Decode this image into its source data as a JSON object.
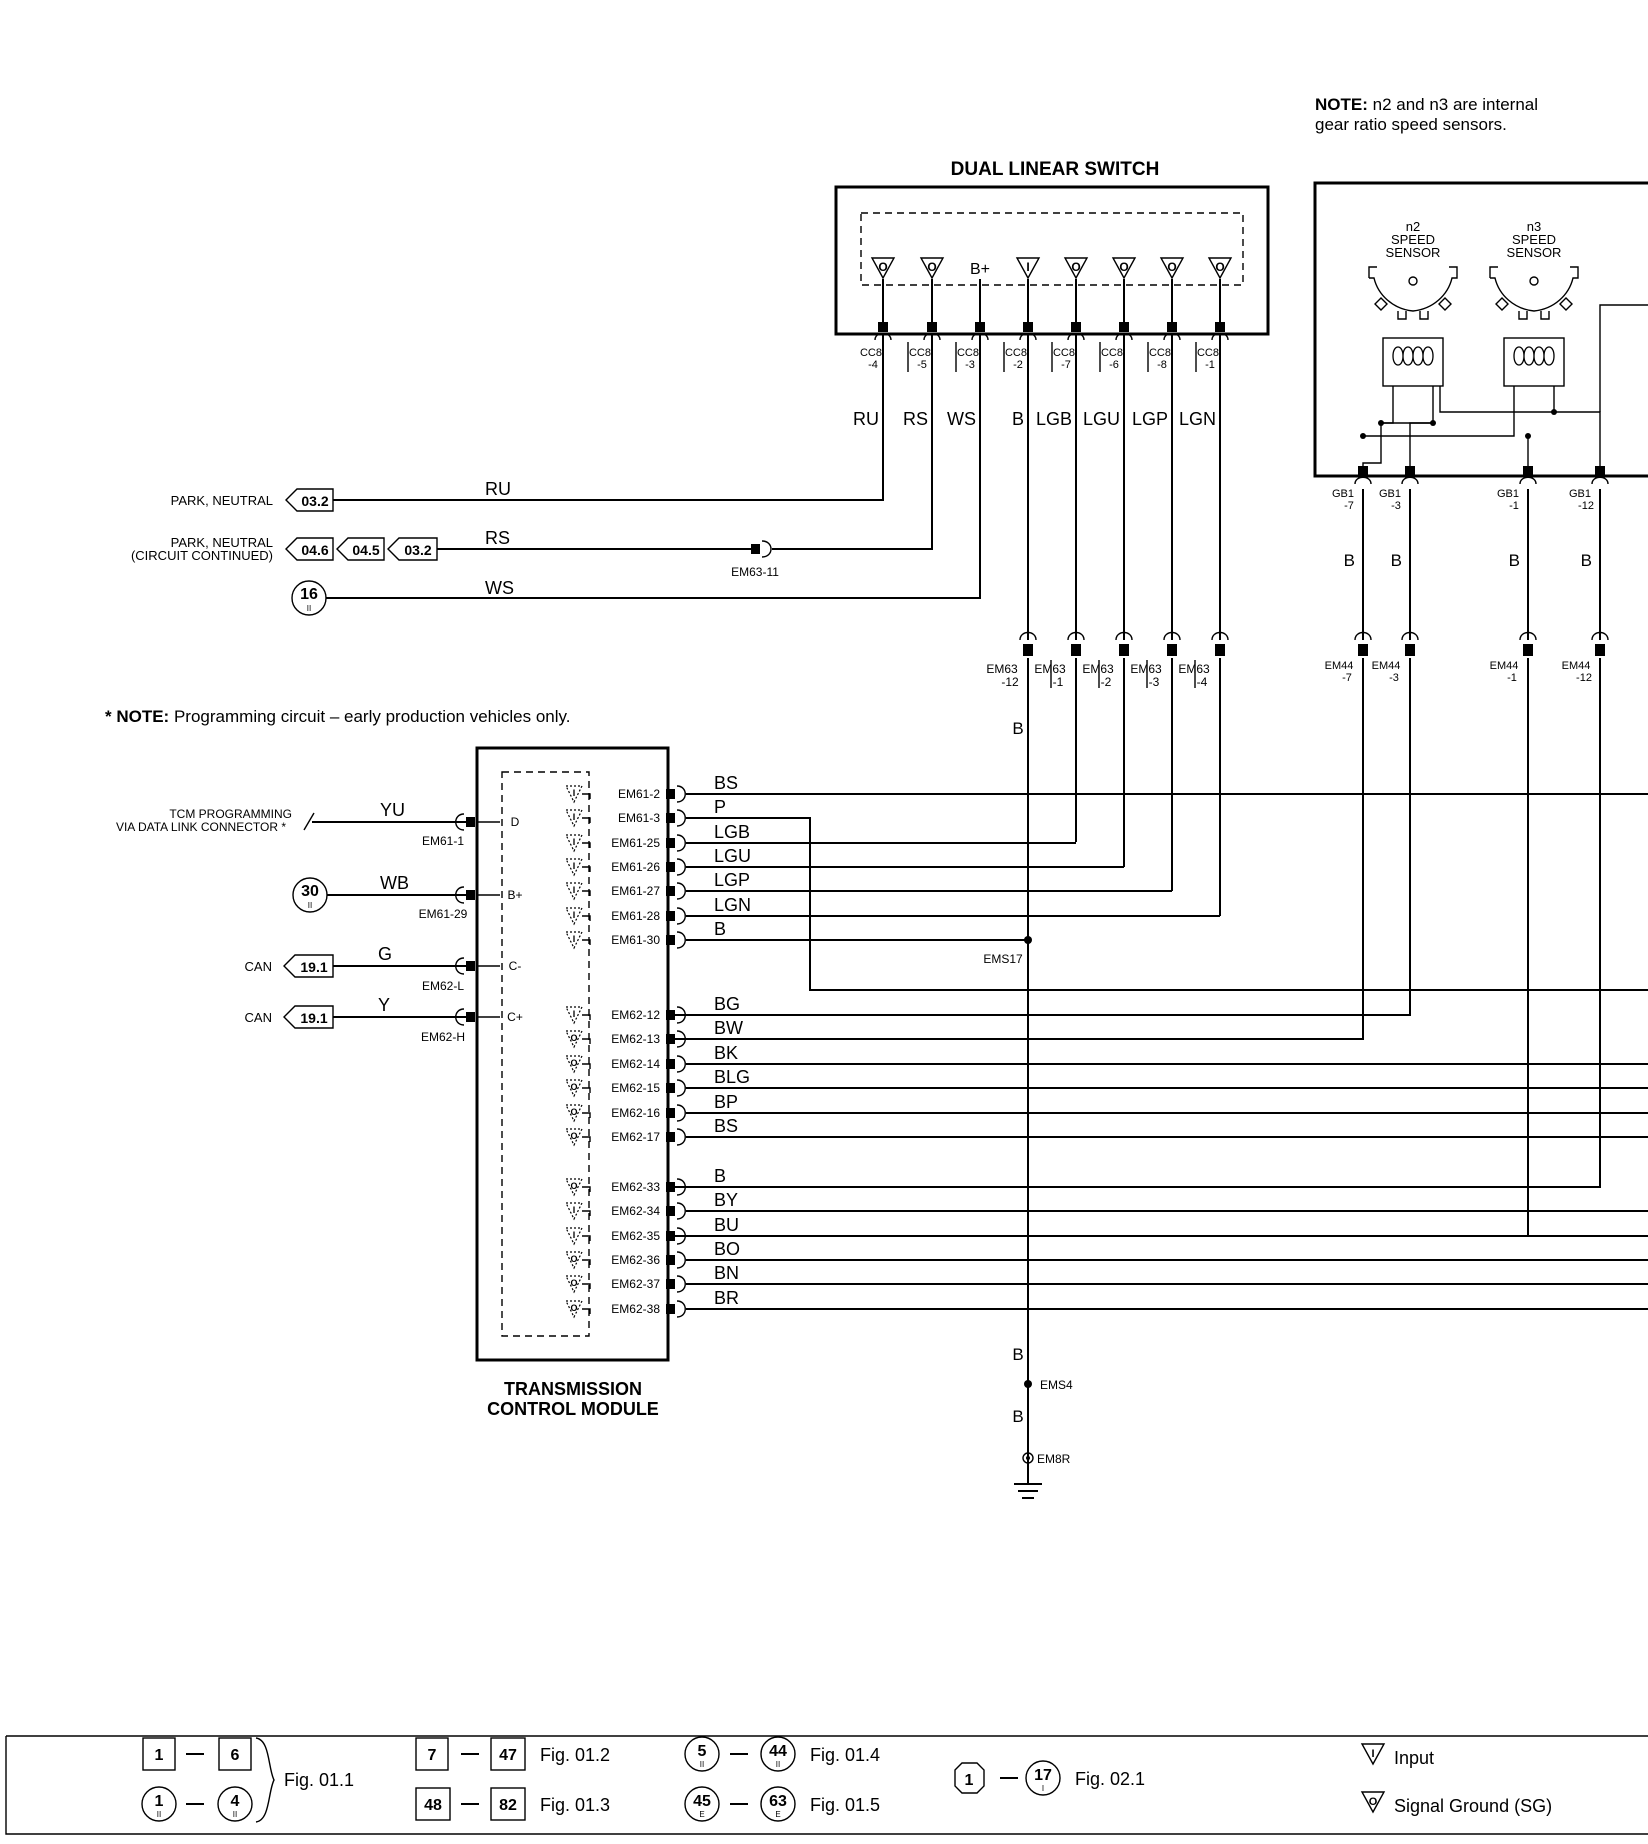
{
  "notes": {
    "gear_sensor_bold": "NOTE:",
    "gear_sensor_line1": "n2 and n3 are internal",
    "gear_sensor_line2": "gear ratio speed sensors.",
    "programming_bold": "* NOTE:",
    "programming_text": "Programming circuit – early production vehicles only."
  },
  "dual_linear_switch": {
    "title": "DUAL LINEAR SWITCH",
    "symbols": [
      "O",
      "O",
      "B+",
      "I",
      "O",
      "O",
      "O",
      "O"
    ],
    "pins": [
      {
        "connector": "CC8",
        "pin": "-4",
        "wire": "RU"
      },
      {
        "connector": "CC8",
        "pin": "-5",
        "wire": "RS"
      },
      {
        "connector": "CC8",
        "pin": "-3",
        "wire": "WS"
      },
      {
        "connector": "CC8",
        "pin": "-2",
        "wire": "B"
      },
      {
        "connector": "CC8",
        "pin": "-7",
        "wire": "LGB"
      },
      {
        "connector": "CC8",
        "pin": "-6",
        "wire": "LGU"
      },
      {
        "connector": "CC8",
        "pin": "-8",
        "wire": "LGP"
      },
      {
        "connector": "CC8",
        "pin": "-1",
        "wire": "LGN"
      }
    ]
  },
  "speed_sensors": [
    {
      "line1": "n2",
      "line2": "SPEED",
      "line3": "SENSOR"
    },
    {
      "line1": "n3",
      "line2": "SPEED",
      "line3": "SENSOR"
    }
  ],
  "gb1_pins": [
    {
      "connector": "GB1",
      "pin": "-7",
      "wire": "B"
    },
    {
      "connector": "GB1",
      "pin": "-3",
      "wire": "B"
    },
    {
      "connector": "GB1",
      "pin": "-1",
      "wire": "B"
    },
    {
      "connector": "GB1",
      "pin": "-12",
      "wire": "B"
    }
  ],
  "em44_pins": [
    {
      "connector": "EM44",
      "pin": "-7"
    },
    {
      "connector": "EM44",
      "pin": "-3"
    },
    {
      "connector": "EM44",
      "pin": "-1"
    },
    {
      "connector": "EM44",
      "pin": "-12"
    }
  ],
  "em63_pins": [
    {
      "connector": "EM63",
      "pin": "-12"
    },
    {
      "connector": "EM63",
      "pin": "-1"
    },
    {
      "connector": "EM63",
      "pin": "-2"
    },
    {
      "connector": "EM63",
      "pin": "-3"
    },
    {
      "connector": "EM63",
      "pin": "-4"
    }
  ],
  "left_circuits": {
    "park_neutral": "PARK, NEUTRAL",
    "park_neutral_ref": "03.2",
    "ru_wire": "RU",
    "park_neutral_cont_1": "PARK, NEUTRAL",
    "park_neutral_cont_2": "(CIRCUIT CONTINUED)",
    "cont_refs": [
      "04.6",
      "04.5",
      "03.2"
    ],
    "rs_wire": "RS",
    "rs_connector": "EM63-11",
    "ws_ref_num": "16",
    "ws_ref_sub": "II",
    "ws_wire": "WS",
    "ws_dls_wire": "B",
    "ems17_wire": "B"
  },
  "tcm": {
    "title_line1": "TRANSMISSION",
    "title_line2": "CONTROL MODULE",
    "inputs": [
      {
        "label1": "TCM PROGRAMMING",
        "label2": "VIA DATA LINK CONNECTOR *",
        "wire": "YU",
        "connector": "EM61-1",
        "symbol": "D"
      },
      {
        "ref_num": "30",
        "ref_sub": "II",
        "wire": "WB",
        "connector": "EM61-29",
        "symbol": "B+"
      },
      {
        "label1": "CAN",
        "ref": "19.1",
        "wire": "G",
        "connector": "EM62-L",
        "symbol": "C-"
      },
      {
        "label1": "CAN",
        "ref": "19.1",
        "wire": "Y",
        "connector": "EM62-H",
        "symbol": "C+"
      }
    ],
    "outputs": [
      {
        "connector": "EM61-2",
        "wire": "BS",
        "symbol": "I"
      },
      {
        "connector": "EM61-3",
        "wire": "P",
        "symbol": "I"
      },
      {
        "connector": "EM61-25",
        "wire": "LGB",
        "symbol": "I"
      },
      {
        "connector": "EM61-26",
        "wire": "LGU",
        "symbol": "I"
      },
      {
        "connector": "EM61-27",
        "wire": "LGP",
        "symbol": "I"
      },
      {
        "connector": "EM61-28",
        "wire": "LGN",
        "symbol": "I"
      },
      {
        "connector": "EM61-30",
        "wire": "B",
        "symbol": "I"
      },
      {
        "connector": "EM62-12",
        "wire": "BG",
        "symbol": "I"
      },
      {
        "connector": "EM62-13",
        "wire": "BW",
        "symbol": "O"
      },
      {
        "connector": "EM62-14",
        "wire": "BK",
        "symbol": "O"
      },
      {
        "connector": "EM62-15",
        "wire": "BLG",
        "symbol": "O"
      },
      {
        "connector": "EM62-16",
        "wire": "BP",
        "symbol": "O"
      },
      {
        "connector": "EM62-17",
        "wire": "BS",
        "symbol": "O"
      },
      {
        "connector": "EM62-33",
        "wire": "B",
        "symbol": "O"
      },
      {
        "connector": "EM62-34",
        "wire": "BY",
        "symbol": "I"
      },
      {
        "connector": "EM62-35",
        "wire": "BU",
        "symbol": "I"
      },
      {
        "connector": "EM62-36",
        "wire": "BO",
        "symbol": "O"
      },
      {
        "connector": "EM62-37",
        "wire": "BN",
        "symbol": "O"
      },
      {
        "connector": "EM62-38",
        "wire": "BR",
        "symbol": "O"
      }
    ]
  },
  "ground": {
    "splice_ems17": "EMS17",
    "wire_b_1": "B",
    "splice_ems4": "EMS4",
    "wire_b_2": "B",
    "ground_em8r": "EM8R"
  },
  "legend": {
    "box_refs": {
      "a": "1",
      "b": "6",
      "fig": "Fig. 01.1"
    },
    "circle_refs": {
      "a": "1",
      "a_sub": "II",
      "b": "4",
      "b_sub": "II"
    },
    "range_2": {
      "a": "7",
      "b": "47",
      "fig": "Fig. 01.2"
    },
    "range_3": {
      "a": "48",
      "b": "82",
      "fig": "Fig. 01.3"
    },
    "range_4": {
      "a": "5",
      "a_sub": "II",
      "b": "44",
      "b_sub": "II",
      "fig": "Fig. 01.4"
    },
    "range_5": {
      "a": "45",
      "a_sub": "E",
      "b": "63",
      "b_sub": "E",
      "fig": "Fig. 01.5"
    },
    "range_6": {
      "a": "1",
      "b": "17",
      "b_sub": "I",
      "fig": "Fig. 02.1"
    },
    "sym_input_glyph": "I",
    "sym_input": "Input",
    "sym_sg_glyph": "O",
    "sym_sg": "Signal Ground (SG)"
  }
}
